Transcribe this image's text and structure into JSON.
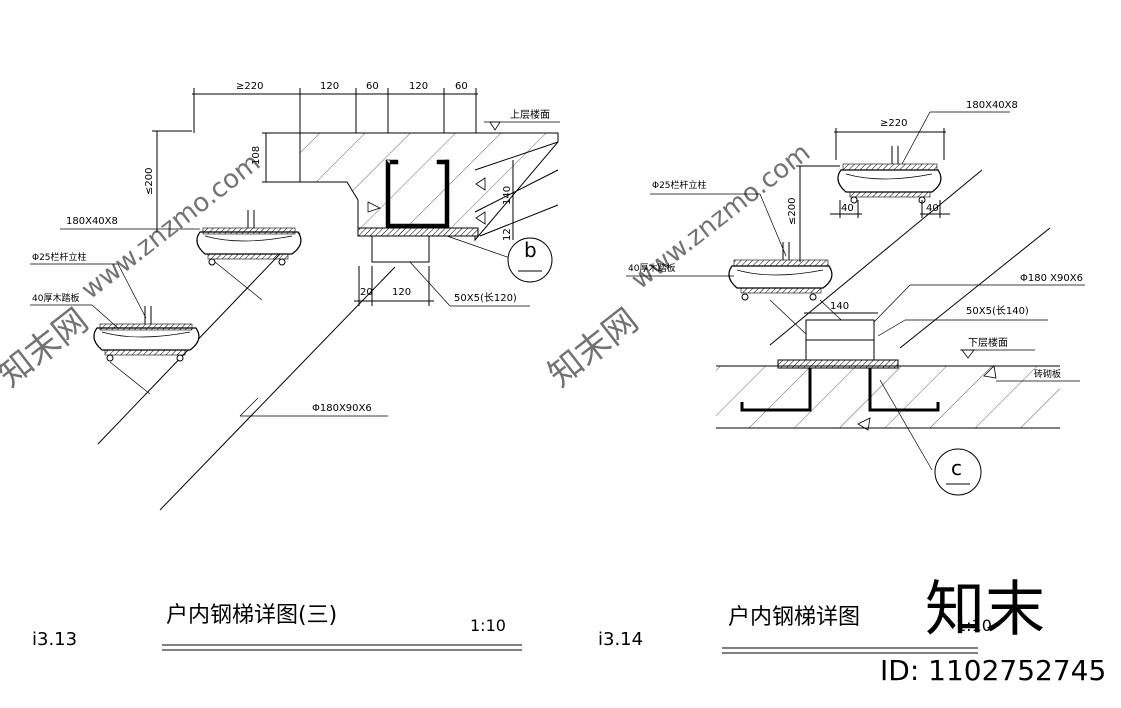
{
  "left_detail": {
    "dims_top": [
      "≥220",
      "120",
      "60",
      "120",
      "60"
    ],
    "dim_108": "108",
    "dim_140": "140",
    "dim_12": "12",
    "dim_200": "≤200",
    "dim_bottom": [
      "20",
      "120"
    ],
    "labels": {
      "upper_floor": "上层楼面",
      "plate": "180X40X8",
      "rail_post": "Φ25栏杆立柱",
      "tread": "40厚木踏板",
      "angle": "50X5(长120)",
      "pipe": "Φ180X90X6"
    },
    "callout": "b",
    "title": "户内钢梯详图(三)",
    "scale": "1:10",
    "code": "i3.13"
  },
  "right_detail": {
    "dim_220": "≥220",
    "dim_200": "≤200",
    "dims_small": [
      "40",
      "40"
    ],
    "dim_140": "140",
    "labels": {
      "plate": "180X40X8",
      "rail_post": "Φ25栏杆立柱",
      "tread": "40厚木踏板",
      "pipe": "Φ180 X90X6",
      "angle": "50X5(长140)",
      "lower_floor": "下层楼面",
      "brick_wall": "砖砌板"
    },
    "callout": "c",
    "title": "户内钢梯详图",
    "scale": "1:10",
    "code": "i3.14"
  },
  "watermark": {
    "text": "www.znzmo.com",
    "cjk": "知末网",
    "logo": "知末",
    "id": "ID: 1102752745"
  }
}
